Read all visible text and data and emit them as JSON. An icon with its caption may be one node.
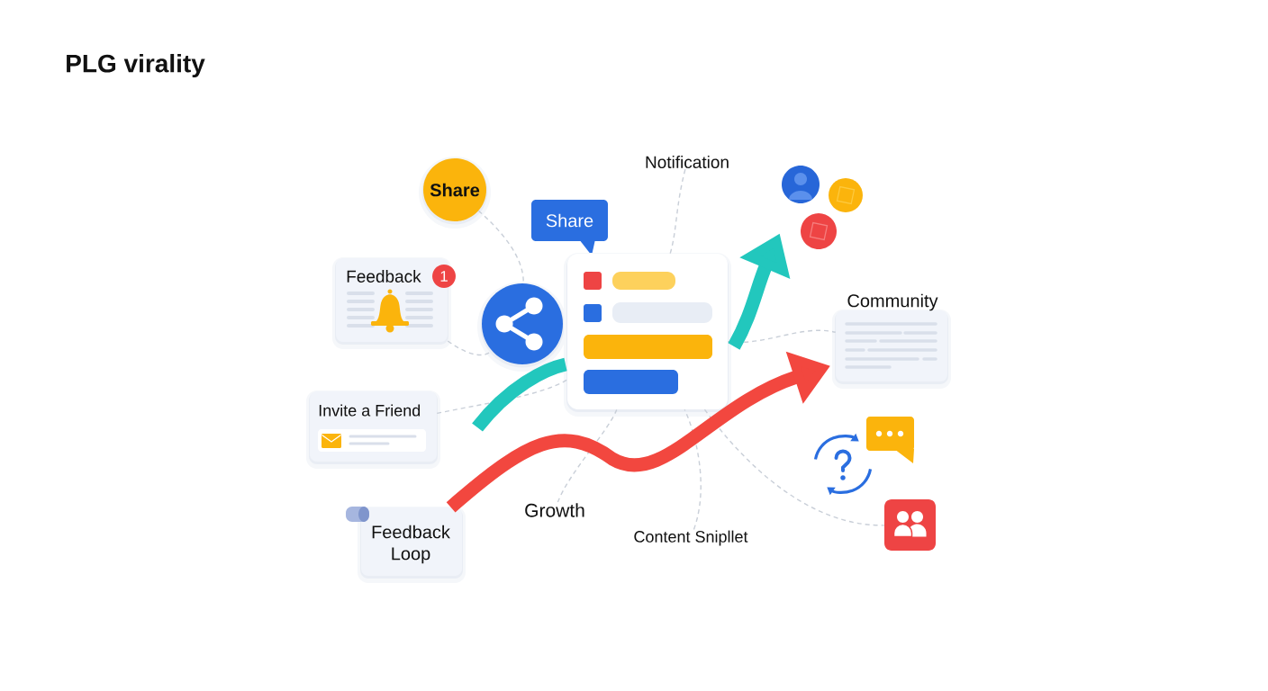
{
  "diagram": {
    "title": "PLG virality",
    "nodes": [
      {
        "text": [
          "Share"
        ]
      },
      {
        "text": [
          "Share"
        ]
      },
      {
        "text": [
          "Notification"
        ]
      },
      {
        "text": [],
        "shape": "circle"
      },
      {
        "text": [],
        "shape": "circle"
      },
      {
        "text": [],
        "shape": "circle"
      },
      {
        "text": [
          "Feedback",
          "1"
        ]
      },
      {
        "text": [],
        "shape": "circle"
      },
      {
        "text": [],
        "shape": "box"
      },
      {
        "text": [
          "Community"
        ]
      },
      {
        "text": [
          "Invite a Friend"
        ]
      },
      {
        "text": [],
        "shape": "box"
      },
      {
        "text": [
          "Feedback Loop"
        ]
      },
      {
        "text": [
          "Growth"
        ]
      },
      {
        "text": [
          "Content Snipllet"
        ]
      }
    ],
    "edges": [
      {
        "from": 0,
        "to": 7,
        "arrow": "none",
        "style": "dashed"
      },
      {
        "from": 6,
        "to": 7,
        "arrow": "none",
        "style": "dashed"
      },
      {
        "from": 10,
        "to": 8,
        "arrow": "none",
        "style": "dashed"
      },
      {
        "from": 2,
        "to": 8,
        "arrow": "none",
        "style": "dashed"
      },
      {
        "from": 8,
        "to": 9,
        "arrow": "none",
        "style": "dashed"
      },
      {
        "from": 8,
        "to": 11,
        "arrow": "none",
        "style": "dashed"
      },
      {
        "from": 13,
        "to": 8,
        "arrow": "none",
        "style": "dashed"
      },
      {
        "from": 14,
        "to": 8,
        "arrow": "none",
        "style": "dashed"
      },
      {
        "from": null,
        "to": 3,
        "arrow": "to",
        "style": "thick",
        "color": "#22c7bd"
      },
      {
        "from": 12,
        "to": 9,
        "arrow": "to",
        "style": "thick",
        "color": "#f2473f"
      }
    ]
  }
}
